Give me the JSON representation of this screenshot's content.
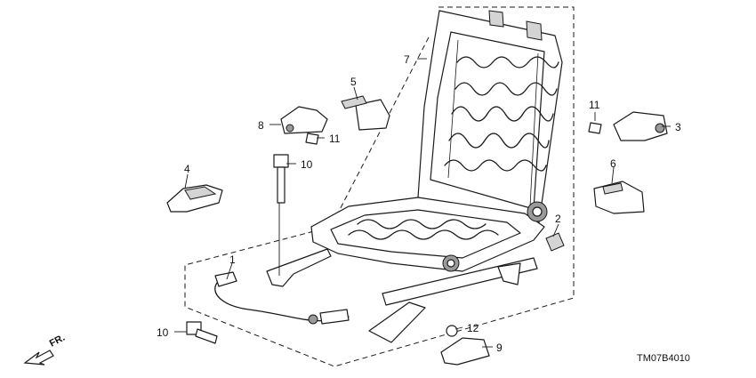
{
  "callouts": {
    "c1": "1",
    "c2": "2",
    "c3": "3",
    "c4": "4",
    "c5": "5",
    "c6": "6",
    "c7": "7",
    "c8": "8",
    "c9": "9",
    "c10a": "10",
    "c10b": "10",
    "c11a": "11",
    "c11b": "11",
    "c12": "12"
  },
  "direction_label": "FR.",
  "diagram_code": "TM07B4010"
}
